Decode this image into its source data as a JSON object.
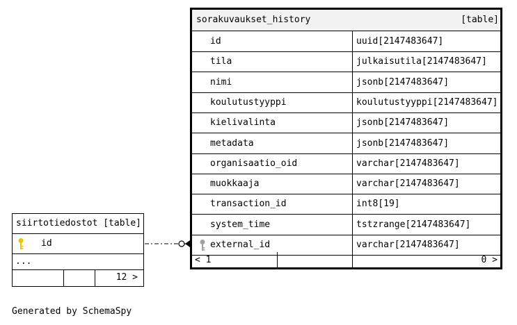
{
  "main_table": {
    "name": "sorakuvaukset_history",
    "kind": "[table]",
    "columns": [
      {
        "name": "id",
        "type": "uuid[2147483647]",
        "key": ""
      },
      {
        "name": "tila",
        "type": "julkaisutila[2147483647]",
        "key": ""
      },
      {
        "name": "nimi",
        "type": "jsonb[2147483647]",
        "key": ""
      },
      {
        "name": "koulutustyyppi",
        "type": "koulutustyyppi[2147483647]",
        "key": ""
      },
      {
        "name": "kielivalinta",
        "type": "jsonb[2147483647]",
        "key": ""
      },
      {
        "name": "metadata",
        "type": "jsonb[2147483647]",
        "key": ""
      },
      {
        "name": "organisaatio_oid",
        "type": "varchar[2147483647]",
        "key": ""
      },
      {
        "name": "muokkaaja",
        "type": "varchar[2147483647]",
        "key": ""
      },
      {
        "name": "transaction_id",
        "type": "int8[19]",
        "key": ""
      },
      {
        "name": "system_time",
        "type": "tstzrange[2147483647]",
        "key": ""
      },
      {
        "name": "external_id",
        "type": "varchar[2147483647]",
        "key": "foreign-key-icon"
      }
    ],
    "footer": {
      "prev": "< 1",
      "next": "0 >"
    }
  },
  "small_table": {
    "name": "siirtotiedostot [table]",
    "pk_column": "id",
    "pk_icon": "primary-key-icon",
    "more": "...",
    "footer": {
      "next": "12 >"
    }
  },
  "generated_by": "Generated by SchemaSpy",
  "colors": {
    "primary_key": "#e6c800",
    "foreign_key": "#a0a0a0",
    "header_bg": "#f2f2f2"
  }
}
